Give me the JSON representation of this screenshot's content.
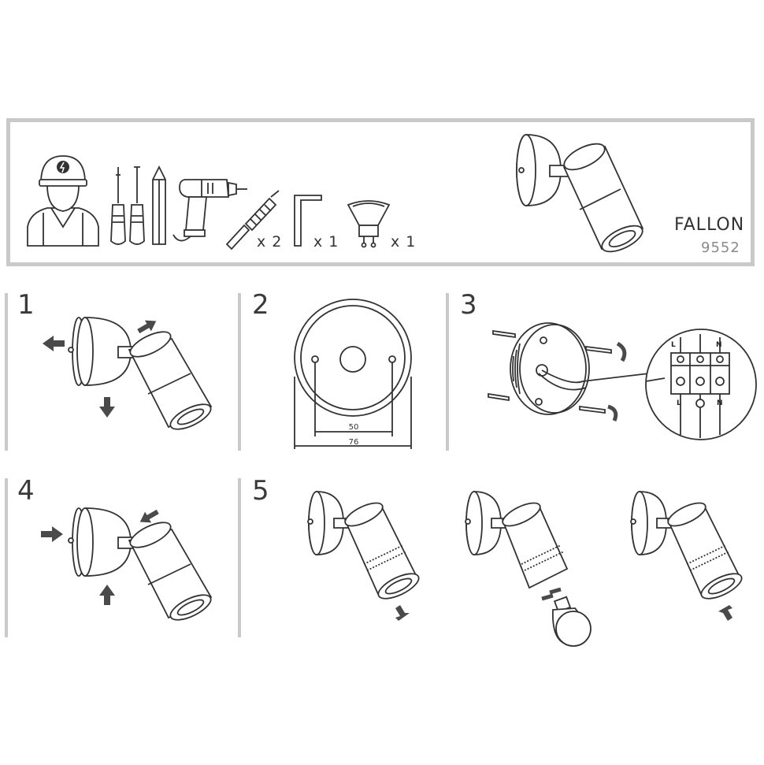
{
  "product": {
    "name": "FALLON",
    "code": "9552"
  },
  "tools": {
    "wall_plug_qty": "x 2",
    "allen_key_qty": "x 1",
    "bulb_qty": "x 1"
  },
  "steps": [
    "1",
    "2",
    "3",
    "4",
    "5"
  ],
  "dimensions": {
    "screw_spacing": "50",
    "plate_diameter": "76"
  },
  "wiring_labels": {
    "top": [
      "L",
      "N"
    ],
    "bottom": [
      "L",
      "N"
    ]
  },
  "colors": {
    "frame": "#c9c9c9",
    "line": "#333333",
    "arrow": "#4a4a4a"
  }
}
